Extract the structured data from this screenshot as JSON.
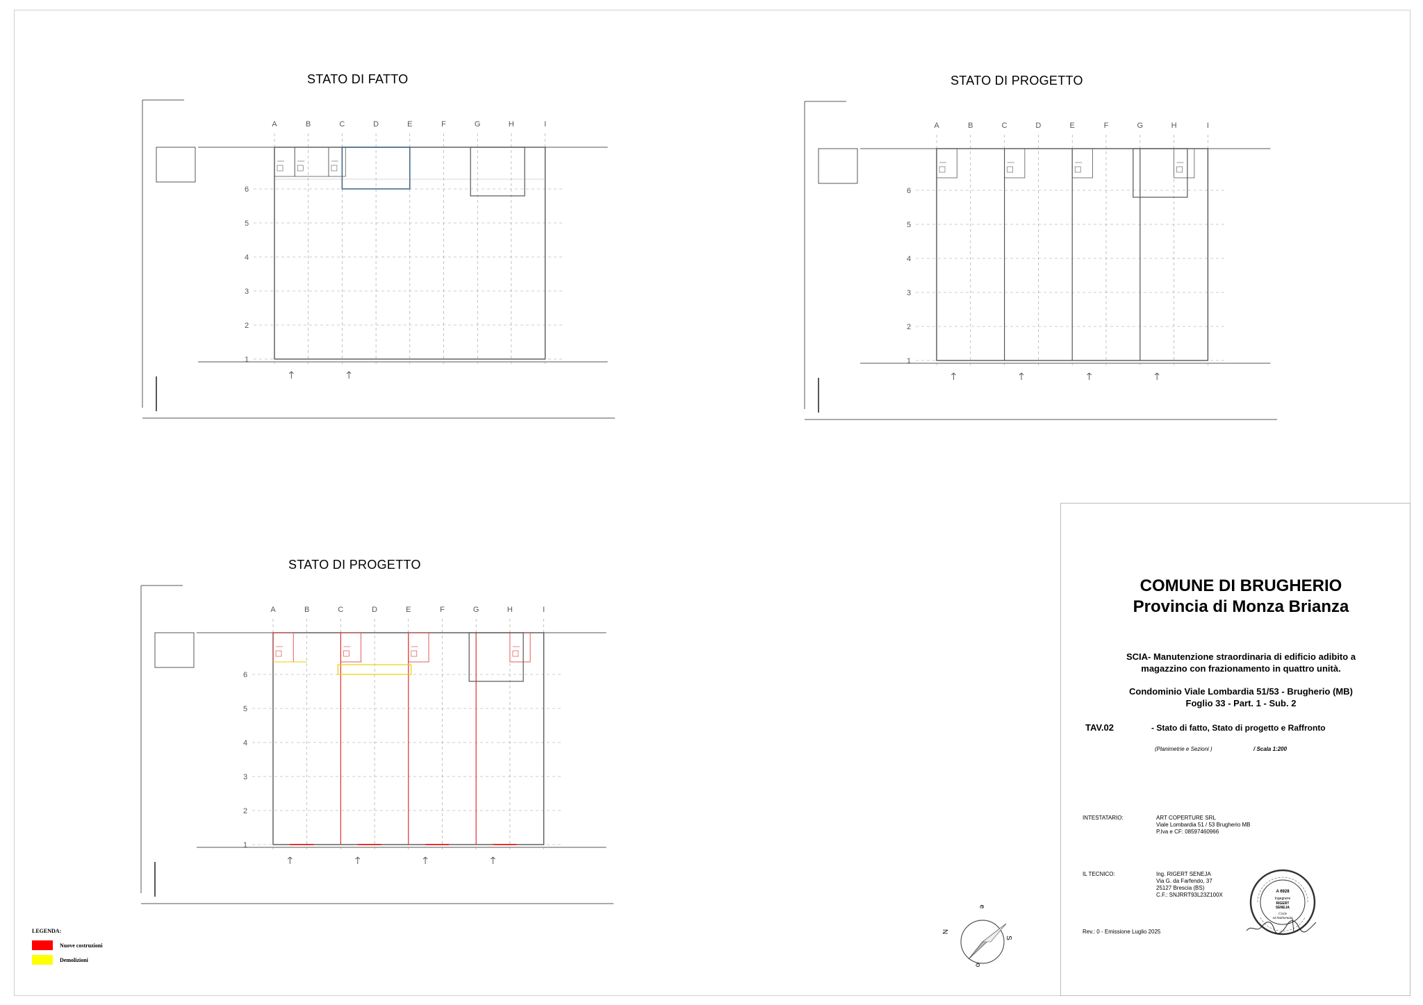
{
  "plans": [
    {
      "title": "STATO DI FATTO"
    },
    {
      "title": "STATO DI PROGETTO"
    },
    {
      "title": "STATO DI PROGETTO"
    }
  ],
  "grid": {
    "columns": [
      "A",
      "B",
      "C",
      "D",
      "E",
      "F",
      "G",
      "H",
      "I"
    ],
    "rows": [
      "6",
      "5",
      "4",
      "3",
      "2",
      "1"
    ]
  },
  "title_block": {
    "comune": "COMUNE DI BRUGHERIO",
    "provincia": "Provincia di Monza Brianza",
    "scia_line1": "SCIA- Manutenzione straordinaria di edificio adibito a",
    "scia_line2": "magazzino con frazionamento in quattro unità.",
    "condominio": "Condominio Viale Lombardia 51/53 - Brugherio (MB)",
    "foglio": "Foglio 33 - Part. 1 - Sub. 2",
    "tav": "TAV.02",
    "tav_desc": "- Stato di fatto, Stato di progetto e Raffronto",
    "planimetrie": "(Planimetrie e Sezioni )",
    "scala": "/ Scala 1:200",
    "intestatario_label": "INTESTATARIO:",
    "intestatario_lines": [
      "ART COPERTURE SRL",
      "Viale Lombardia 51 / 53 Brugherio MB",
      "P.Iva e CF: 08597460966"
    ],
    "tecnico_label": "IL TECNICO:",
    "tecnico_lines": [
      "Ing. RIGERT SENEJA",
      "Via G. da Farfendo, 37",
      "25127 Brescia (BS)",
      "C.F.: SNJRRT93L23Z100X"
    ],
    "rev": "Rev.: 0 - Emissione Luglio 2025"
  },
  "legend": {
    "title": "LEGENDA:",
    "items": [
      {
        "label": "Nuove costruzioni",
        "color": "#ff0000"
      },
      {
        "label": "Demolizioni",
        "color": "#ffff00"
      }
    ]
  },
  "compass": {
    "n": "N",
    "s": "S",
    "e": "e",
    "o": "o"
  },
  "colors": {
    "line": "#555555",
    "grid": "#9a9a9a",
    "new": "#e23030",
    "demo": "#e6d200"
  }
}
